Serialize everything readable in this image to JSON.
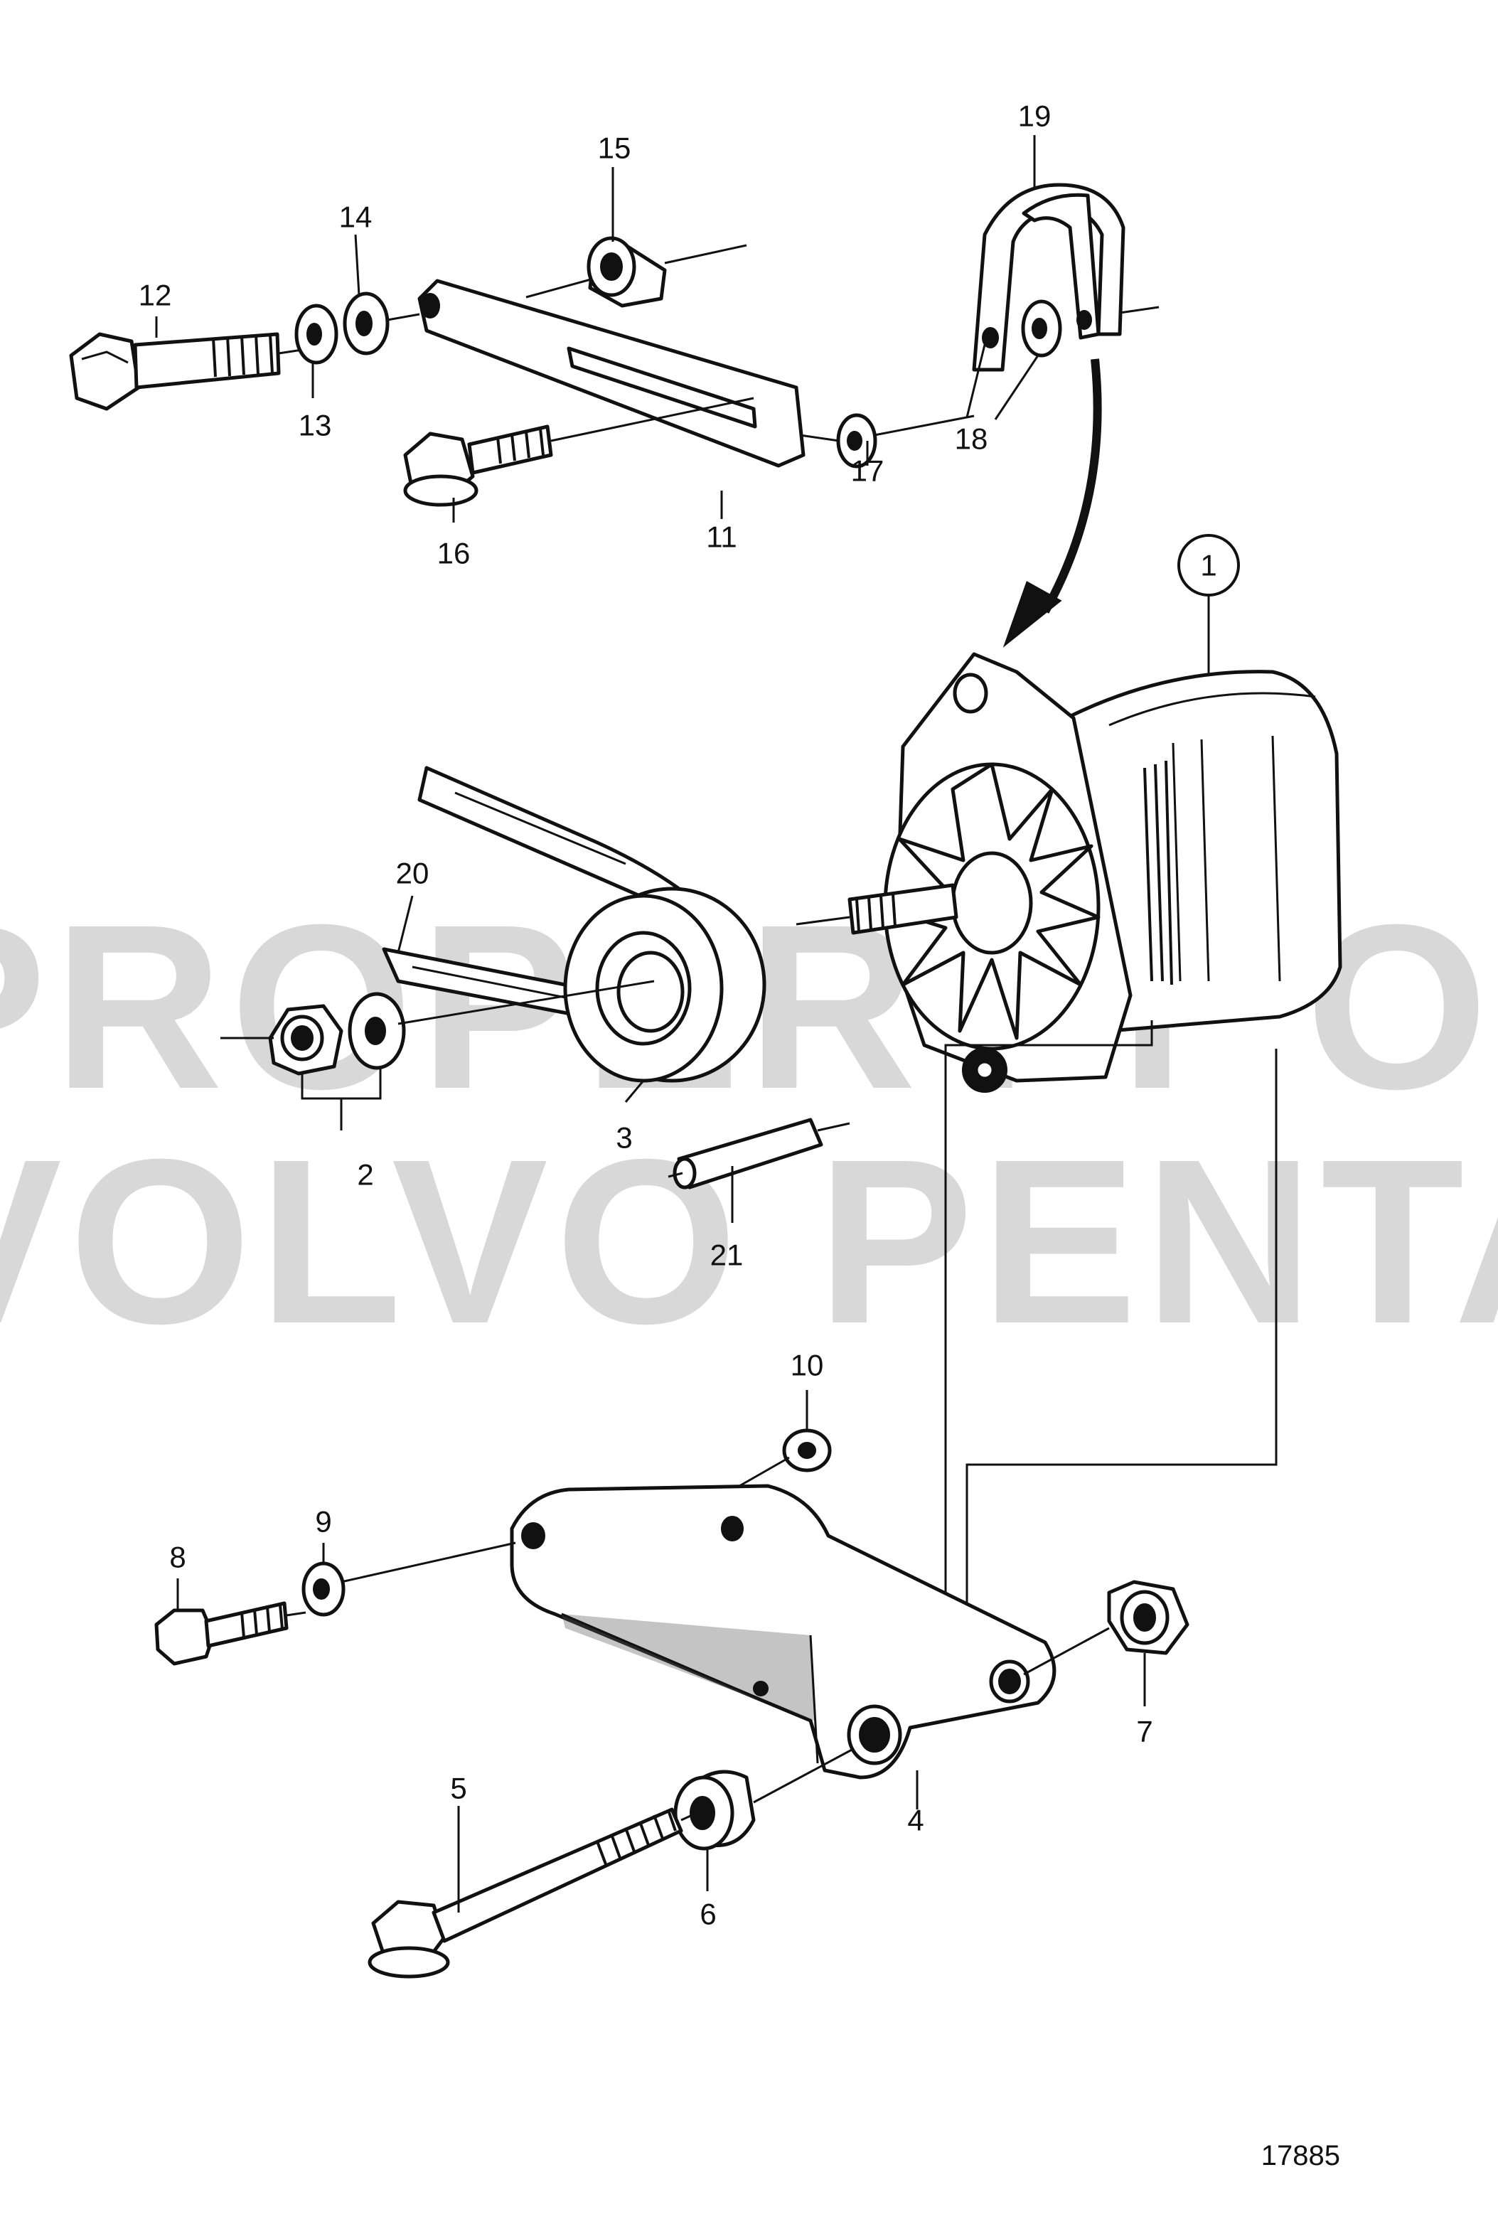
{
  "watermark": {
    "line1": "PROPERTY OF",
    "line2": "VOLVO PENTA",
    "color": "#a8a8a8"
  },
  "figure_ref": "17885",
  "callouts": {
    "c1": "1",
    "c2": "2",
    "c3": "3",
    "c4": "4",
    "c5": "5",
    "c6": "6",
    "c7": "7",
    "c8": "8",
    "c9": "9",
    "c10": "10",
    "c11": "11",
    "c12": "12",
    "c13": "13",
    "c14": "14",
    "c15": "15",
    "c16": "16",
    "c17": "17",
    "c18": "18",
    "c19": "19",
    "c20": "20",
    "c21": "21"
  },
  "colors": {
    "ink": "#111111",
    "background": "#ffffff"
  }
}
